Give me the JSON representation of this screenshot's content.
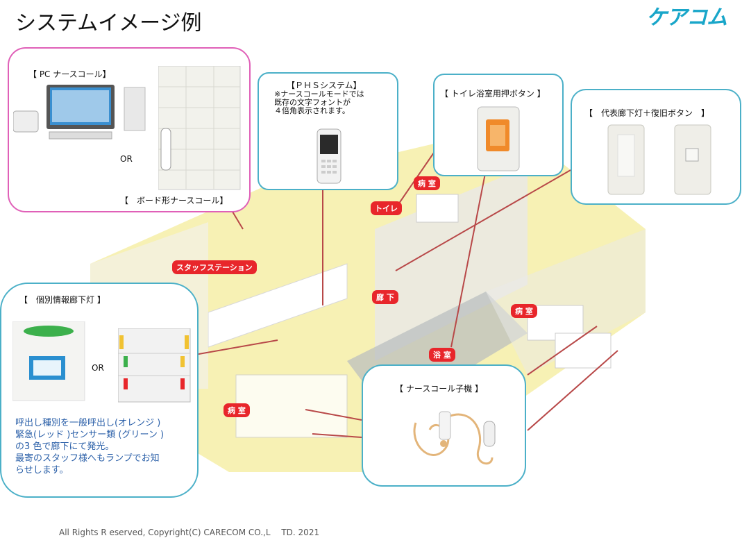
{
  "header": {
    "title": "システムイメージ例",
    "logo": "ケアコム"
  },
  "panels": {
    "pc": {
      "label_pc": "【 PC ナースコール】",
      "or": "OR",
      "label_board": "【　ボード形ナースコール】"
    },
    "phs": {
      "label": "【ＰＨＳシステム】",
      "note": "※ナースコールモードでは\n既存の文字フォントが\n４倍角表示されます。"
    },
    "toilet": {
      "label": "【 トイレ浴室用押ボタン 】"
    },
    "corridor": {
      "label": "【　代表廊下灯＋復旧ボタン　】"
    },
    "indiv": {
      "label": "【　個別情報廊下灯 】",
      "or": "OR",
      "note": "呼出し種別を一般呼出し(オレンジ )\n緊急(レッド )センサー類 (グリーン )\nの3 色で廊下にて発光。\n最寄のスタッフ様へもランプでお知\nらせします。"
    },
    "handset": {
      "label": "【 ナースコール子機 】"
    }
  },
  "tags": {
    "room1": "病 室",
    "toilet": "トイレ",
    "staff": "スタッフステーション",
    "corridor": "廊 下",
    "room2": "病 室",
    "bath": "浴 室",
    "room3": "病 室"
  },
  "colors": {
    "accent": "#4bb0c8",
    "pink": "#e060b8",
    "tag": "#e8262b",
    "line": "#b84848",
    "floor": "#f7f1b4"
  },
  "footer": "All Rights R eserved, Copyright(C) CARECOM CO.,L　 TD. 2021"
}
